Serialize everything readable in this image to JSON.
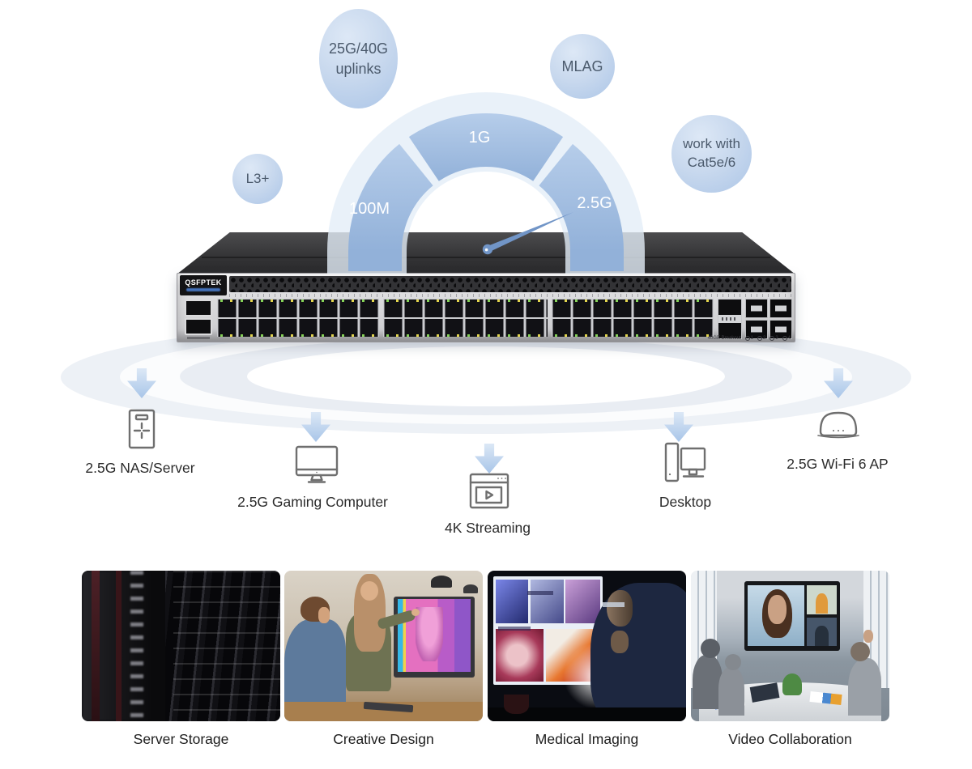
{
  "gauge": {
    "segments": [
      "100M",
      "1G",
      "2.5G"
    ],
    "needle_points_to": "2.5G",
    "band_color": "#9db9de",
    "ring_color": "#e3ecf7",
    "needle_color": "#7195c7"
  },
  "bubbles": [
    {
      "id": "uplinks",
      "lines": [
        "25G/40G",
        "uplinks"
      ]
    },
    {
      "id": "mlag",
      "lines": [
        "MLAG"
      ]
    },
    {
      "id": "l3",
      "lines": [
        "L3+"
      ]
    },
    {
      "id": "cat",
      "lines": [
        "work with",
        "Cat5e/6"
      ]
    }
  ],
  "switch": {
    "brand": "QSFPTEK",
    "breakout_label": "40GE Breakout",
    "breakout_ports": [
      "1",
      "2",
      "3",
      "4"
    ]
  },
  "devices": [
    {
      "label": "2.5G NAS/Server",
      "icon": "nas-server-icon"
    },
    {
      "label": "2.5G Gaming Computer",
      "icon": "gaming-computer-icon"
    },
    {
      "label": "4K Streaming",
      "icon": "streaming-browser-icon"
    },
    {
      "label": "Desktop",
      "icon": "desktop-pc-icon"
    },
    {
      "label": "2.5G Wi-Fi 6 AP",
      "icon": "wifi-ap-icon"
    }
  ],
  "use_cases": [
    {
      "caption": "Server Storage"
    },
    {
      "caption": "Creative Design"
    },
    {
      "caption": "Medical Imaging"
    },
    {
      "caption": "Video Collaboration"
    }
  ]
}
